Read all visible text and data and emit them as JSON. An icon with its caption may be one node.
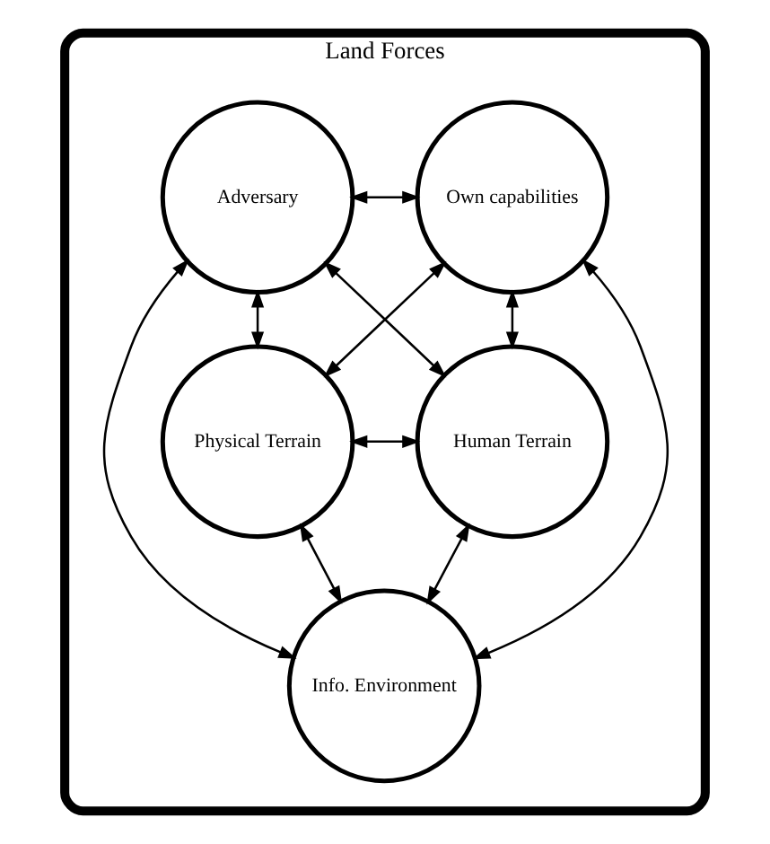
{
  "diagram": {
    "nodes": [
      {
        "text": [
          "Land Forces"
        ]
      },
      {
        "text": [
          "Own capabilities"
        ],
        "in": 0
      },
      {
        "text": [
          "Adversary"
        ],
        "in": 0
      },
      {
        "text": [
          "Physical Terrain"
        ],
        "in": 0
      },
      {
        "text": [
          "Human Terrain"
        ],
        "in": 0
      },
      {
        "text": [
          "Info. Environment"
        ],
        "in": 0
      }
    ],
    "edges": [
      {
        "from": 1,
        "to": 2,
        "arrow": "both"
      },
      {
        "from": 1,
        "to": 3,
        "arrow": "both"
      },
      {
        "from": 1,
        "to": 4,
        "arrow": "both"
      },
      {
        "from": 1,
        "to": 5,
        "arrow": "both"
      },
      {
        "from": 2,
        "to": 3,
        "arrow": "both"
      },
      {
        "from": 2,
        "to": 4,
        "arrow": "both"
      },
      {
        "from": 2,
        "to": 5,
        "arrow": "both"
      },
      {
        "from": 3,
        "to": 4,
        "arrow": "both"
      },
      {
        "from": 3,
        "to": 5,
        "arrow": "both"
      },
      {
        "from": 4,
        "to": 5,
        "arrow": "both"
      }
    ]
  }
}
